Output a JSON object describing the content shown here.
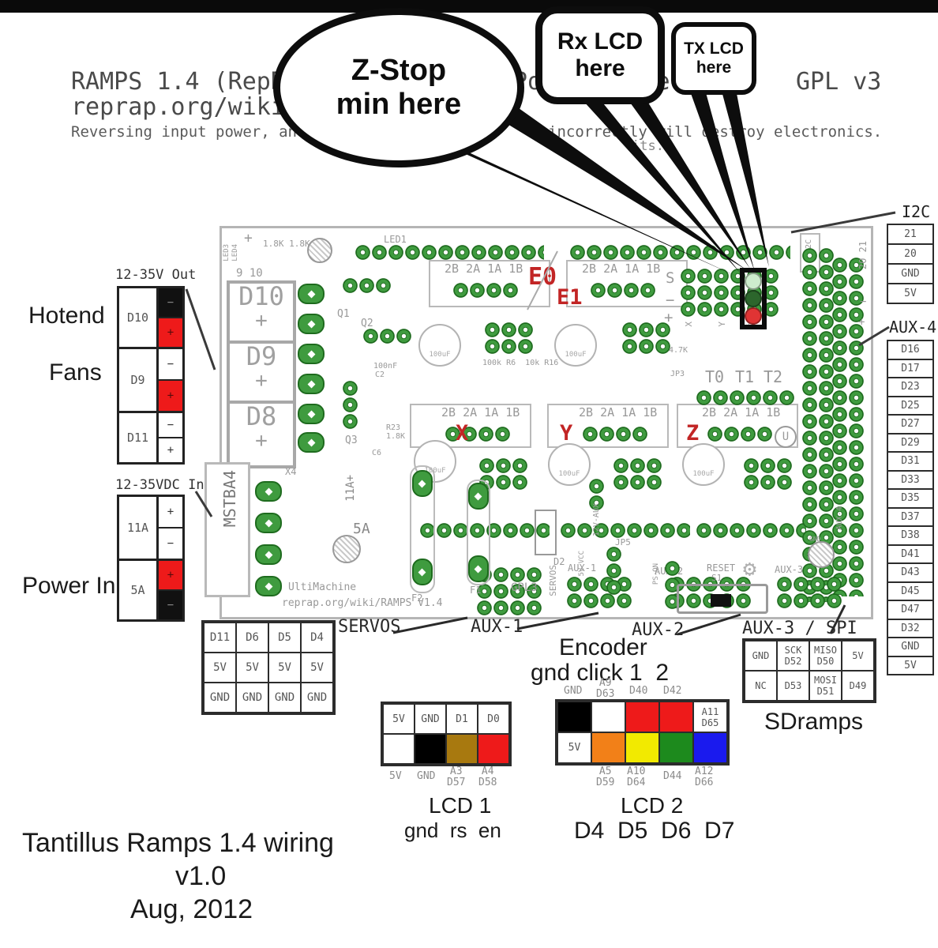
{
  "header": {
    "title": "RAMPS 1.4 (RepRap Arduino Mega Pololu Shield)",
    "license": "GPL v3",
    "url": "reprap.org/wiki/RAMPS",
    "warning_left": "Reversing input power, and",
    "warning_right": "incorrectly will destroy electronics.",
    "warning_fragment": "its."
  },
  "bubbles": {
    "zstop": {
      "line1": "Z-Stop",
      "line2": "min here"
    },
    "rx": {
      "line1": "Rx LCD",
      "line2": "here"
    },
    "tx": {
      "line1": "TX LCD",
      "line2": "here"
    }
  },
  "left_panel": {
    "out_label": "12-35V Out",
    "hotend": "Hotend",
    "fans": "Fans",
    "power_in": "Power In",
    "out_rows": [
      {
        "id": "D10",
        "neg": "−",
        "pos": "+",
        "neg_color": "#111111",
        "pos_color": "#ee1a1a"
      },
      {
        "id": "D9",
        "neg": "−",
        "pos": "+",
        "neg_color": "#ffffff",
        "pos_color": "#ee1a1a"
      },
      {
        "id": "D11",
        "neg": "−",
        "pos": "+",
        "neg_color": "#ffffff",
        "pos_color": "#ffffff"
      }
    ],
    "in_label": "12-35VDC In",
    "in_rows": [
      {
        "id": "11A",
        "a": "+",
        "b": "−",
        "a_color": "#ffffff",
        "b_color": "#ffffff"
      },
      {
        "id": "5A",
        "a": "+",
        "b": "−",
        "a_color": "#ee1a1a",
        "b_color": "#111111"
      }
    ]
  },
  "right_panel": {
    "i2c_label": "I2C",
    "i2c_pins": [
      "21",
      "20",
      "GND",
      "5V"
    ],
    "aux4_label": "AUX-4",
    "aux4_pins": [
      "D16",
      "D17",
      "D23",
      "D25",
      "D27",
      "D29",
      "D31",
      "D33",
      "D35",
      "D37",
      "D38",
      "D41",
      "D43",
      "D45",
      "D47",
      "D32",
      "GND",
      "5V"
    ]
  },
  "board": {
    "silk": {
      "led1": "LED1",
      "led3": "LED3",
      "led4": "LED4",
      "r18k": "1.8K 1.8K",
      "nine_ten": "9 10",
      "plus": "+",
      "d10": "D10",
      "d9": "D9",
      "d8": "D8",
      "q1": "Q1",
      "q2": "Q2",
      "q3": "Q3",
      "c100nf": "100nF",
      "c2": "C2",
      "r23": "R23",
      "v18k": "1.8K",
      "c6": "C6",
      "cap": "100uF",
      "hdr": "2B 2A 1A 1B",
      "e0": "E0",
      "e1": "E1",
      "x": "X",
      "y": "Y",
      "z": "Z",
      "u": "U",
      "jp3": "JP3",
      "jp5": "JP5",
      "res1": "100k R6  10k R16",
      "s": "S",
      "minus": "−",
      "t0": "T0",
      "t1": "T1",
      "t2": "T2",
      "r7": "4.7K",
      "i2c": "I2C",
      "p2021": "20 21",
      "aux4": "AUX-4",
      "gnd": "GND",
      "servos": "SERVOS",
      "aux1": "AUX-1",
      "aux2": "AUX-2",
      "aux3": "AUX-3",
      "gear": "⚙",
      "mstba4": "MSTBA4",
      "x4": "X4",
      "a11": "11A+",
      "a5": "5A",
      "f1": "F1",
      "f2": "F2",
      "d2": "D2",
      "v12aux": "12V-AUX",
      "vcc": "5V VCC",
      "pson": "PS-ON",
      "reset": "RESET",
      "s1": "S1",
      "ulti": "UltiMachine",
      "wiki": "reprap.org/wiki/RAMPS V1.4",
      "gpl3": "GPL3"
    },
    "endstop_pads": [
      "#cdeccd",
      "#2c662c",
      "#e03434"
    ]
  },
  "labels": {
    "servos": "SERVOS",
    "aux1": "AUX-1",
    "aux2": "AUX-2",
    "aux3_spi": "AUX-3 / SPI"
  },
  "servos_table": {
    "rows": [
      [
        "D11",
        "D6",
        "D5",
        "D4"
      ],
      [
        "5V",
        "5V",
        "5V",
        "5V"
      ],
      [
        "GND",
        "GND",
        "GND",
        "GND"
      ]
    ]
  },
  "lcd1": {
    "headers": [
      "5V",
      "GND",
      "D1",
      "D0"
    ],
    "swatches": [
      "#ffffff",
      "#000000",
      "#a8790f",
      "#ee1a1a"
    ],
    "below": [
      "5V",
      "GND",
      "A3\nD57",
      "A4\nD58"
    ],
    "title": "LCD 1",
    "subtitle": "gnd  rs  en"
  },
  "encoder": {
    "line1": "Encoder",
    "line2": "gnd click 1  2"
  },
  "lcd2": {
    "top_labels": [
      "GND",
      "A9\nD63",
      "D40",
      "D42"
    ],
    "row1_colors": [
      "#000000",
      "#ffffff",
      "#ee1a1a",
      "#ee1a1a",
      "#ffffff"
    ],
    "row1_label": "A11\nD65",
    "row2_colors": [
      "#ffffff",
      "#f28018",
      "#f2ea00",
      "#1d8a1d",
      "#1a1aee"
    ],
    "row2_label": "5V",
    "bottom_labels": [
      "A5\nD59",
      "A10\nD64",
      "D44",
      "A12\nD66"
    ],
    "title": "LCD 2",
    "subtitle": "D4  D5  D6  D7"
  },
  "sdramps": {
    "rows": [
      [
        "GND",
        "SCK\nD52",
        "MISO\nD50",
        "5V"
      ],
      [
        "NC",
        "D53",
        "MOSI\nD51",
        "D49"
      ]
    ],
    "title": "SDramps"
  },
  "footer": {
    "line1": "Tantillus Ramps 1.4 wiring",
    "line2": "v1.0",
    "line3": "Aug, 2012"
  }
}
